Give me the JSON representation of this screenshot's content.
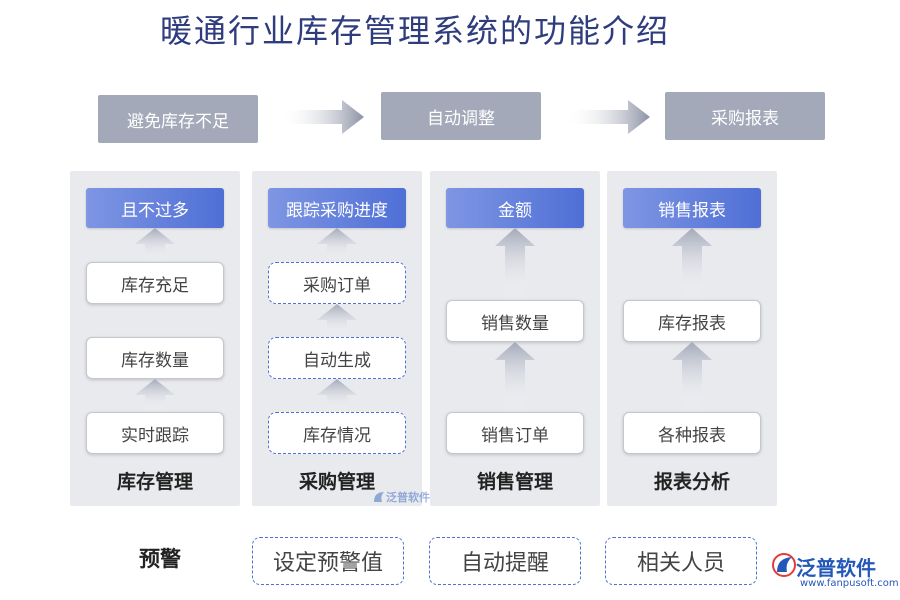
{
  "title": "暖通行业库存管理系统的功能介绍",
  "top_flow": [
    "避免库存不足",
    "自动调整",
    "采购报表"
  ],
  "columns": [
    {
      "header": "且不过多",
      "items": [
        "库存充足",
        "库存数量",
        "实时跟踪"
      ],
      "name": "库存管理"
    },
    {
      "header": "跟踪采购进度",
      "items": [
        "采购订单",
        "自动生成",
        "库存情况"
      ],
      "name": "采购管理"
    },
    {
      "header": "金额",
      "items": [
        "销售数量",
        "销售订单"
      ],
      "name": "销售管理"
    },
    {
      "header": "销售报表",
      "items": [
        "库存报表",
        "各种报表"
      ],
      "name": "报表分析"
    }
  ],
  "warning": {
    "label": "预警",
    "items": [
      "设定预警值",
      "自动提醒",
      "相关人员"
    ]
  },
  "logo": {
    "name": "泛普软件",
    "url": "www.fanpusoft.com"
  },
  "watermark": "泛普软件",
  "colors": {
    "title": "#2f3c7e",
    "top_box": "#a3a9b9",
    "header_start": "#7e96e3",
    "header_end": "#4f6fd6",
    "panel": "#e9eaee",
    "dashed_border": "#4f6fd6",
    "logo": "#2458b8"
  },
  "icons": [
    "flow-arrow-icon",
    "up-arrow-icon",
    "fanpu-logo-icon"
  ]
}
